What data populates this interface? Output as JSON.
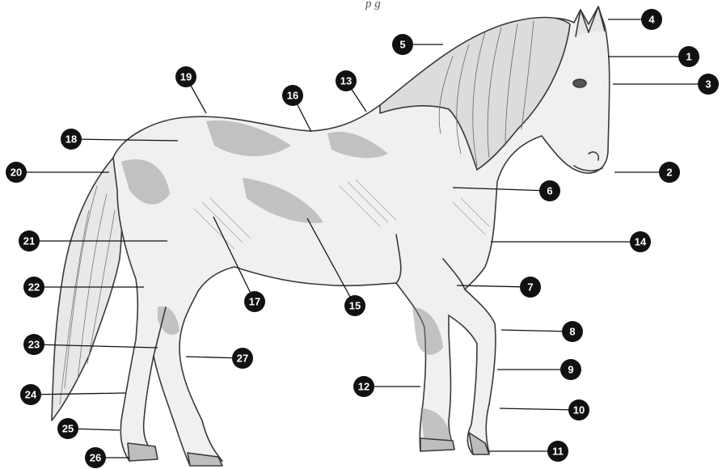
{
  "diagram": {
    "top_fragment": "p g",
    "callouts": [
      {
        "num": "1"
      },
      {
        "num": "2"
      },
      {
        "num": "3"
      },
      {
        "num": "4"
      },
      {
        "num": "5"
      },
      {
        "num": "6"
      },
      {
        "num": "7"
      },
      {
        "num": "8"
      },
      {
        "num": "9"
      },
      {
        "num": "10"
      },
      {
        "num": "11"
      },
      {
        "num": "12"
      },
      {
        "num": "13"
      },
      {
        "num": "14"
      },
      {
        "num": "15"
      },
      {
        "num": "16"
      },
      {
        "num": "17"
      },
      {
        "num": "18"
      },
      {
        "num": "19"
      },
      {
        "num": "20"
      },
      {
        "num": "21"
      },
      {
        "num": "22"
      },
      {
        "num": "23"
      },
      {
        "num": "24"
      },
      {
        "num": "25"
      },
      {
        "num": "26"
      },
      {
        "num": "27"
      }
    ],
    "colors": {
      "badge": "#111111",
      "line": "#111111",
      "sketch": "#3a3a3a",
      "shade": "#6d6d6d"
    }
  }
}
